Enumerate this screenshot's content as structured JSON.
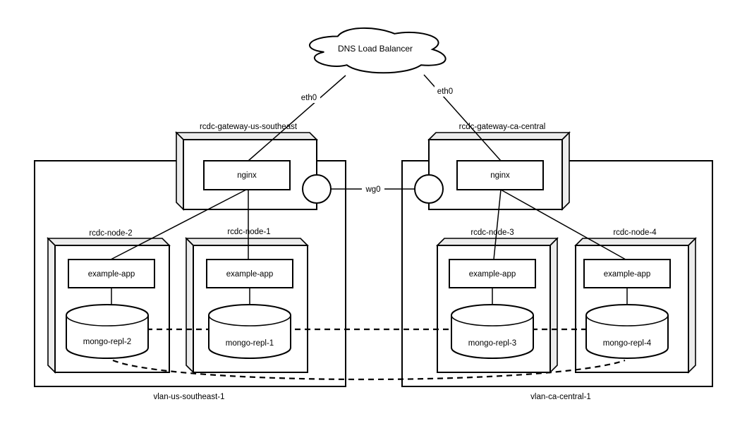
{
  "colors": {
    "nginx_fill": "#A6CBF3",
    "app_fill": "#9999EE",
    "db_fill": "#90EE90",
    "cloud_fill": "#E3E3E3",
    "face_fill": "#ECECEC"
  },
  "cloud": {
    "label": "DNS Load Balancer"
  },
  "links": {
    "eth0_left": "eth0",
    "eth0_right": "eth0",
    "wg0": "wg0"
  },
  "gateways": {
    "left": {
      "name": "rcdc-gateway-us-southeast",
      "service": "nginx"
    },
    "right": {
      "name": "rcdc-gateway-ca-central",
      "service": "nginx"
    }
  },
  "vlans": {
    "left": {
      "name": "vlan-us-southeast-1"
    },
    "right": {
      "name": "vlan-ca-central-1"
    }
  },
  "nodes": {
    "node2": {
      "name": "rcdc-node-2",
      "app": "example-app",
      "db": "mongo-repl-2"
    },
    "node1": {
      "name": "rcdc-node-1",
      "app": "example-app",
      "db": "mongo-repl-1"
    },
    "node3": {
      "name": "rcdc-node-3",
      "app": "example-app",
      "db": "mongo-repl-3"
    },
    "node4": {
      "name": "rcdc-node-4",
      "app": "example-app",
      "db": "mongo-repl-4"
    }
  }
}
